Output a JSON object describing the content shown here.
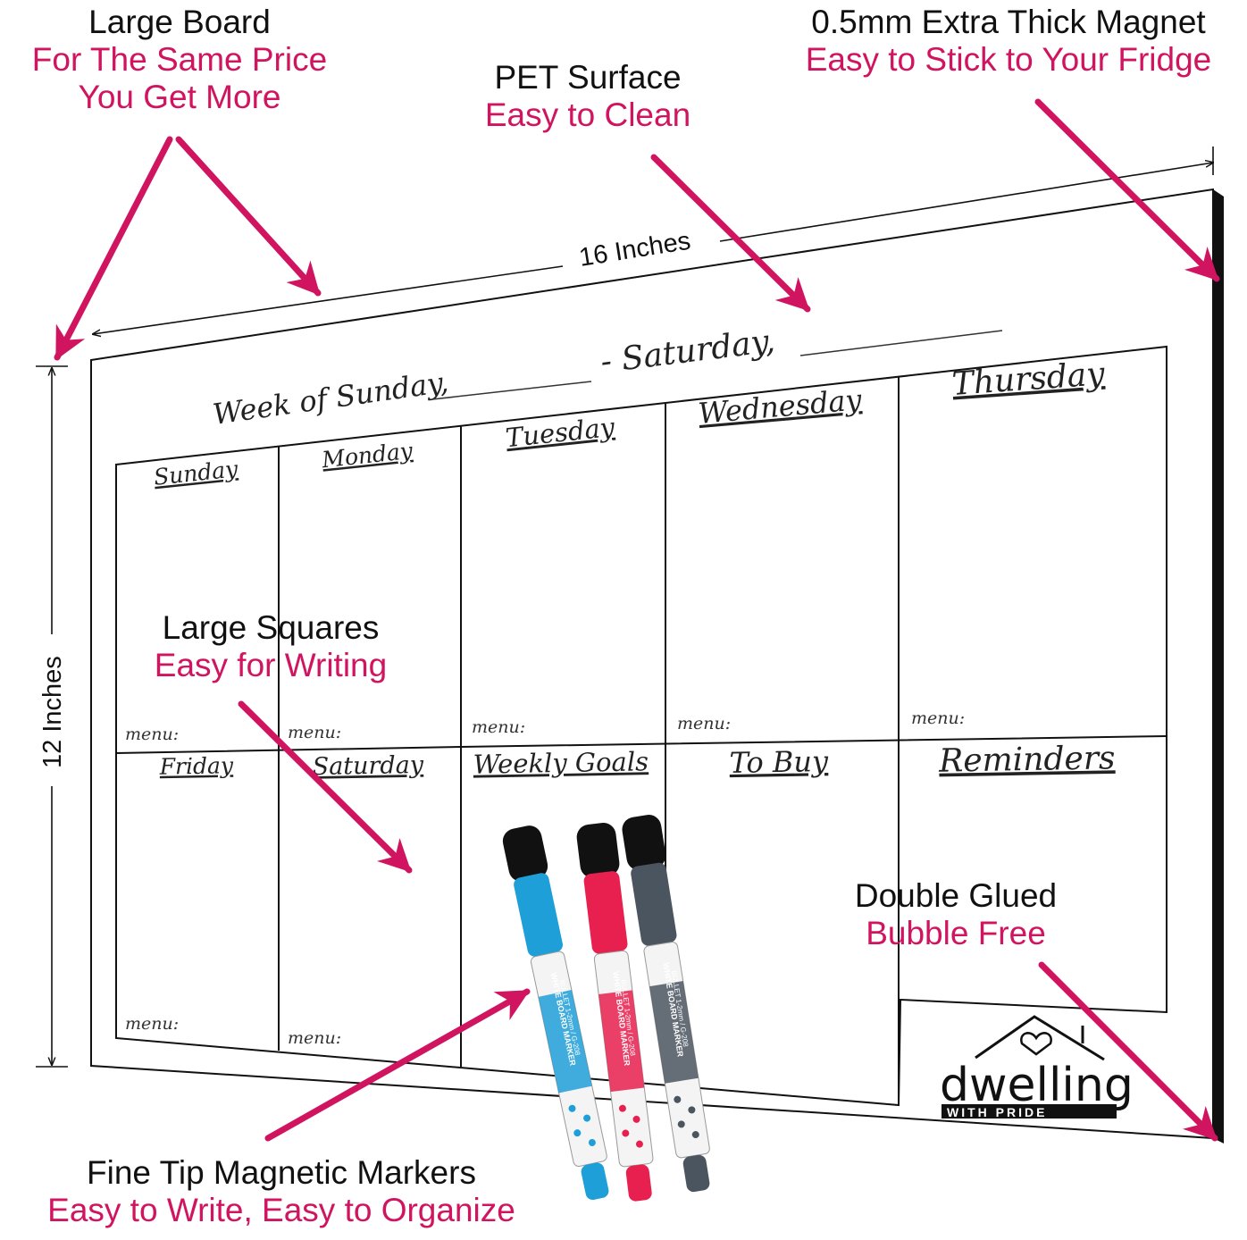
{
  "callouts": {
    "large_board": {
      "heading": "Large Board",
      "line1": "For The Same Price",
      "line2": "You Get More"
    },
    "pet_surface": {
      "heading": "PET Surface",
      "sub": "Easy to Clean"
    },
    "magnet": {
      "heading": "0.5mm Extra Thick Magnet",
      "sub": "Easy to Stick to Your Fridge"
    },
    "large_squares": {
      "heading": "Large Squares",
      "sub": "Easy for Writing"
    },
    "double_glued": {
      "heading": "Double Glued",
      "sub": "Bubble Free"
    },
    "markers": {
      "heading": "Fine Tip Magnetic Markers",
      "sub": "Easy to Write, Easy to Organize"
    }
  },
  "dimensions": {
    "width": "16 Inches",
    "height": "12 Inches"
  },
  "board": {
    "week_of": "Week of Sunday,",
    "to_saturday": "- Saturday,",
    "days_top": [
      "Sunday",
      "Monday",
      "Tuesday",
      "Wednesday",
      "Thursday"
    ],
    "days_bottom": [
      "Friday",
      "Saturday",
      "Weekly Goals",
      "To Buy",
      "Reminders"
    ],
    "menu_label": "menu:"
  },
  "marker_text": {
    "label": "WHITE BOARD MARKER",
    "code": "BULLET 1-2mm / G-208"
  },
  "brand": {
    "name": "dwelling",
    "tagline": "WITH PRIDE"
  },
  "colors": {
    "accent": "#d0145f",
    "text": "#111111",
    "marker_blue": "#1e9fd8",
    "marker_red": "#e8204f",
    "marker_gray": "#4b5560",
    "magnet_edge": "#111111"
  },
  "icons": {
    "arrow": "arrow-icon",
    "house": "house-heart-icon"
  }
}
